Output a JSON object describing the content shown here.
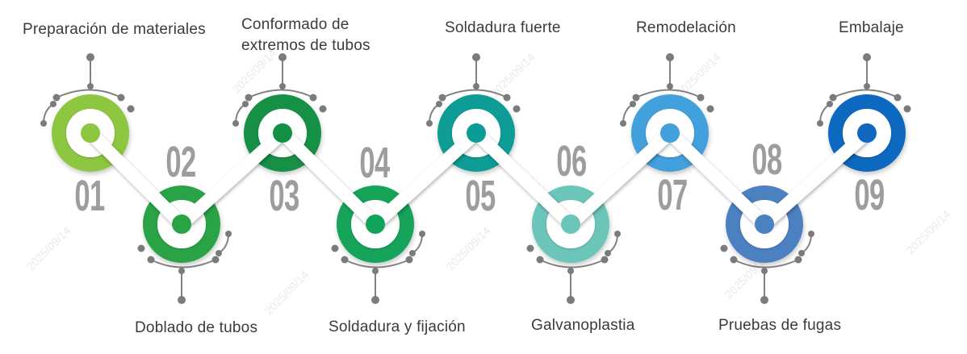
{
  "watermark": "2025/09/14",
  "colors": {
    "number_gray": "#9d9d9d",
    "label_dark": "#3b3b3b",
    "decoration_gray": "#7b7b7b",
    "connector_white": "#ffffff"
  },
  "steps": [
    {
      "number": "01",
      "label": "Preparación de materiales",
      "color": "#8dc63f",
      "row": "top"
    },
    {
      "number": "02",
      "label": "Doblado de tubos",
      "color": "#2aa347",
      "row": "bottom"
    },
    {
      "number": "03",
      "label": "Conformado de extremos de tubos",
      "color": "#129044",
      "row": "top"
    },
    {
      "number": "04",
      "label": "Soldadura y fijación",
      "color": "#12a35a",
      "row": "bottom"
    },
    {
      "number": "05",
      "label": "Soldadura fuerte",
      "color": "#0a9d96",
      "row": "top"
    },
    {
      "number": "06",
      "label": "Galvanoplastia",
      "color": "#6cc5b9",
      "row": "bottom"
    },
    {
      "number": "07",
      "label": "Remodelación",
      "color": "#42a0dc",
      "row": "top"
    },
    {
      "number": "08",
      "label": "Pruebas de fugas",
      "color": "#4b80c1",
      "row": "bottom"
    },
    {
      "number": "09",
      "label": "Embalaje",
      "color": "#1067c0",
      "row": "top"
    }
  ]
}
